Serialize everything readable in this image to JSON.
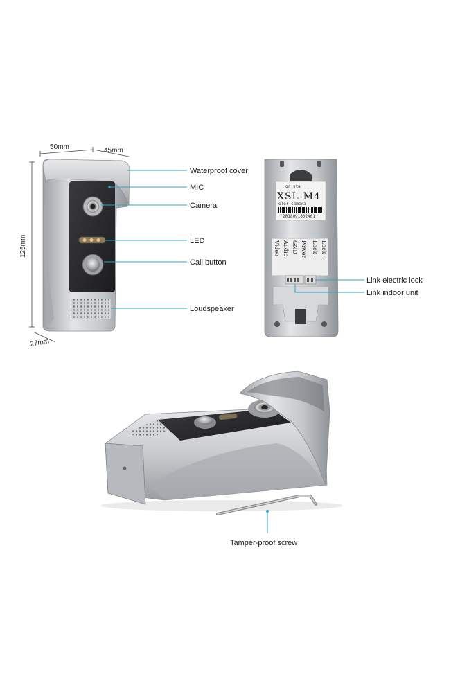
{
  "dimensions": {
    "width": "50mm",
    "depth": "45mm",
    "height": "125mm",
    "base": "27mm"
  },
  "front_labels": {
    "waterproof_cover": "Waterproof cover",
    "mic": "MIC",
    "camera": "Camera",
    "led": "LED",
    "call_button": "Call button",
    "loudspeaker": "Loudspeaker"
  },
  "back_labels": {
    "electric_lock": "Link electric lock",
    "indoor_unit": "Link indoor unit"
  },
  "back_sticker": {
    "top_text": "or sta",
    "model": "XSL-M4",
    "sub_text": "olor camera",
    "serial": "2018091802461"
  },
  "terminal_labels": [
    "Video",
    "Audio",
    "GND",
    "Power",
    "Lock -",
    "Lock +"
  ],
  "bottom_labels": {
    "tamper_screw": "Tamper-proof screw"
  },
  "colors": {
    "leader": "#2aa9c4",
    "silver": "#c8cacd",
    "panel": "#2b2b2e"
  }
}
